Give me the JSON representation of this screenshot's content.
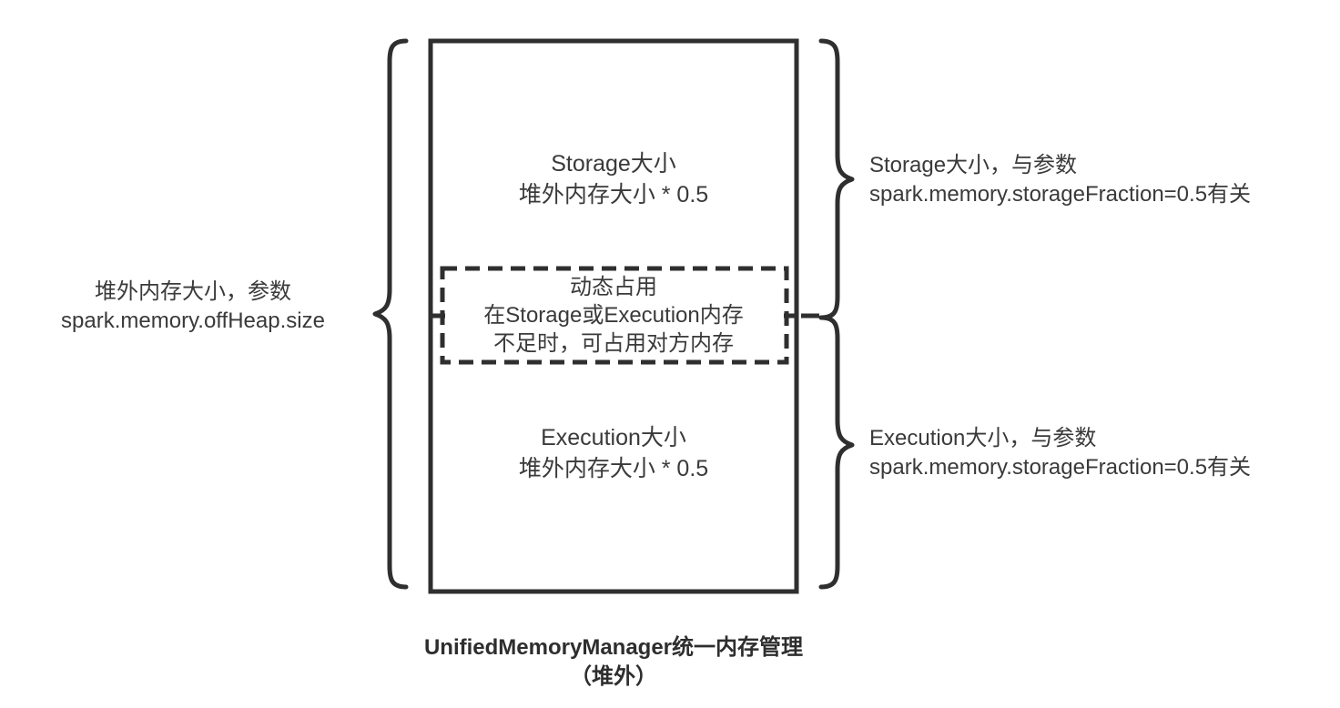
{
  "diagram": {
    "caption": "UnifiedMemoryManager统一内存管理\n（堆外）",
    "stroke_color": "#2f2f2f",
    "text_color": "#3a3a3a",
    "background_color": "#ffffff"
  },
  "memory_regions": [
    {
      "id": "storage",
      "label": "Storage大小\n堆外内存大小 * 0.5",
      "title": "Storage大小",
      "formula": "堆外内存大小 * 0.5"
    },
    {
      "id": "dynamic-occupancy",
      "label": "动态占用\n在Storage或Execution内存\n不足时，可占用对方内存",
      "title": "动态占用",
      "detail_line_1": "在Storage或Execution内存",
      "detail_line_2": "不足时，可占用对方内存",
      "border_style": "dashed"
    },
    {
      "id": "execution",
      "label": "Execution大小\n堆外内存大小 * 0.5",
      "title": "Execution大小",
      "formula": "堆外内存大小 * 0.5"
    }
  ],
  "callouts": {
    "left": {
      "id": "offheap-total",
      "label": "堆外内存大小，参数\nspark.memory.offHeap.size",
      "line_1": "堆外内存大小，参数",
      "line_2": "spark.memory.offHeap.size",
      "brace_side": "left"
    },
    "right_top": {
      "id": "storage-fraction",
      "label": "Storage大小，与参数\nspark.memory.storageFraction=0.5有关",
      "line_1": "Storage大小，与参数",
      "line_2": "spark.memory.storageFraction=0.5有关",
      "brace_side": "right"
    },
    "right_bottom": {
      "id": "execution-fraction",
      "label": "Execution大小，与参数\nspark.memory.storageFraction=0.5有关",
      "line_1": "Execution大小，与参数",
      "line_2": "spark.memory.storageFraction=0.5有关",
      "brace_side": "right"
    }
  }
}
